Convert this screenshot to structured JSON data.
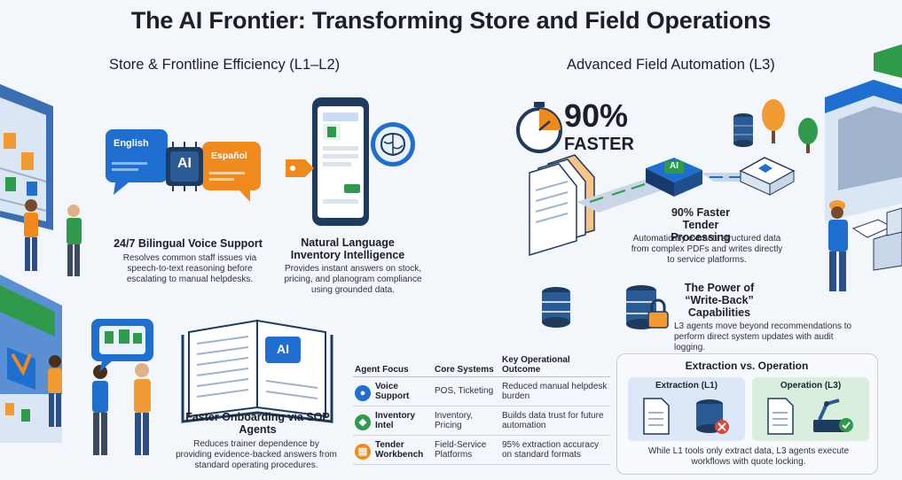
{
  "title": "The AI Frontier: Transforming Store and Field Operations",
  "left_section": {
    "title": "Store & Frontline Efficiency (L1–L2)",
    "voice": {
      "bubble_en": "English",
      "bubble_es": "Español",
      "chip": "AI",
      "heading": "24/7 Bilingual Voice Support",
      "desc": "Resolves common staff issues via speech-to-text reasoning before escalating to manual helpdesks."
    },
    "inventory": {
      "heading": "Natural Language Inventory Intelligence",
      "desc": "Provides instant answers on stock, pricing, and planogram compliance using grounded data."
    },
    "onboarding": {
      "book_label": "AI",
      "heading": "Faster Onboarding via SOP Agents",
      "desc": "Reduces trainer dependence by providing evidence-backed answers from standard operating procedures."
    }
  },
  "right_section": {
    "title": "Advanced Field Automation (L3)",
    "stat_value": "90%",
    "stat_label": "FASTER",
    "chip": "AI",
    "tender": {
      "heading": "90% Faster Tender Processing",
      "desc": "Automatically extracts structured data from complex PDFs and writes directly to service platforms."
    },
    "writeback": {
      "heading": "The Power of “Write-Back” Capabilities",
      "desc": "L3 agents move beyond recommendations to perform direct system updates with audit logging."
    },
    "comparison": {
      "title": "Extraction vs. Operation",
      "left_label": "Extraction (L1)",
      "right_label": "Operation (L3)",
      "caption": "While L1 tools only extract data, L3 agents execute workflows with quote locking."
    }
  },
  "table": {
    "headers": [
      "Agent Focus",
      "Core Systems",
      "Key Operational Outcome"
    ],
    "rows": [
      {
        "focus": "Voice Support",
        "systems": "POS, Ticketing",
        "outcome": "Reduced manual helpdesk burden",
        "icon": "microphone-icon",
        "color": "#1f6fd1"
      },
      {
        "focus": "Inventory Intel",
        "systems": "Inventory, Pricing",
        "outcome": "Builds data trust for future automation",
        "icon": "tag-icon",
        "color": "#2e9a4a"
      },
      {
        "focus": "Tender Workbench",
        "systems": "Field-Service Platforms",
        "outcome": "95% extraction accuracy on standard formats",
        "icon": "document-icon",
        "color": "#f08a1c"
      }
    ]
  },
  "colors": {
    "blue": "#1f6fd1",
    "orange": "#f08a1c",
    "green": "#2e9a4a",
    "navy": "#1e3a5f"
  }
}
